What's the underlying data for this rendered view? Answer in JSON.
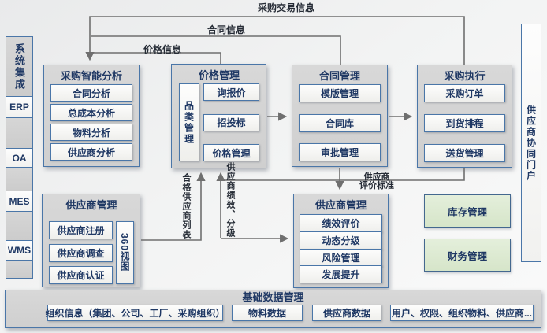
{
  "flow_labels": {
    "purchase_transaction_info": "采购交易信息",
    "contract_info": "合同信息",
    "price_info": "价格信息",
    "qualified_supplier_list": "合格供应商列表",
    "supplier_performance_grading": "供应商绩效、分级",
    "supplier_evaluation_standard_line1": "供应商",
    "supplier_evaluation_standard_line2": "评价标准"
  },
  "left_sidebar": {
    "title": "系统集成",
    "items": [
      "ERP",
      "OA",
      "MES",
      "WMS"
    ]
  },
  "right_sidebar": {
    "title": "供应商协同门户"
  },
  "modules": {
    "analysis": {
      "title": "采购智能分析",
      "items": [
        "合同分析",
        "总成本分析",
        "物料分析",
        "供应商分析"
      ]
    },
    "price": {
      "title": "价格管理",
      "category_label": "品类管理",
      "items": [
        "询报价",
        "招投标",
        "价格管理"
      ]
    },
    "contract": {
      "title": "合同管理",
      "items": [
        "模版管理",
        "合同库",
        "审批管理"
      ]
    },
    "execution": {
      "title": "采购执行",
      "items": [
        "采购订单",
        "到货排程",
        "送货管理"
      ]
    },
    "supplier_lifecycle": {
      "title": "供应商管理",
      "view_label": "360视图",
      "items": [
        "供应商注册",
        "供应商调查",
        "供应商认证"
      ]
    },
    "supplier_evaluation": {
      "title": "供应商管理",
      "items": [
        "绩效评价",
        "动态分级",
        "风险管理",
        "发展提升"
      ]
    },
    "inventory": {
      "title": "库存管理"
    },
    "finance": {
      "title": "财务管理"
    },
    "base_data": {
      "title": "基础数据管理",
      "items": [
        "组织信息（集团、公司、工厂、采购组织）",
        "物料数据",
        "供应商数据",
        "用户、权限、组织物料、供应商..."
      ]
    }
  },
  "colors": {
    "box_border": "#4a76a8",
    "module_fill": "#d3d3d3",
    "sub_fill": "#fbfbfa",
    "green_fill": "#dcead3",
    "green_border": "#44688f",
    "title_text": "#1f3864",
    "connector_line": "#6f6f6f",
    "background": "#f0f1f2"
  }
}
